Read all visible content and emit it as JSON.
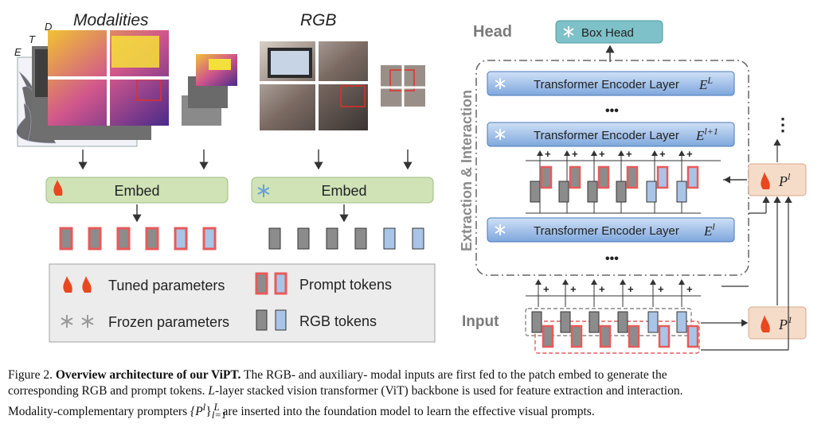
{
  "figure": {
    "left_panel": {
      "modalities_title": "Modalities",
      "rgb_title": "RGB",
      "stack_letters": [
        "E",
        "T",
        "D"
      ],
      "embed_left": "Embed",
      "embed_right": "Embed"
    },
    "legend": {
      "tuned": "Tuned parameters",
      "frozen": "Frozen parameters",
      "prompt": "Prompt tokens",
      "rgb": "RGB tokens"
    },
    "right_panel": {
      "head_label": "Head",
      "box_head": "Box Head",
      "side_label": "Extraction & Interaction",
      "input_label": "Input",
      "layer_label": "Transformer Encoder Layer",
      "layer_symbols": [
        "E^L",
        "E^{l+1}",
        "E^l"
      ],
      "ellipsis": "•••",
      "vellipsis": "⋮",
      "plus": "+",
      "prompter_l": "P^l",
      "prompter_1": "P^1"
    },
    "colors": {
      "prompt_red": "#e85a5a",
      "token_gray": "#8c8c8c",
      "token_blue": "#a9c4e6",
      "embed_green": "#cfe3b6",
      "encoder_blue": "#5b8fd6",
      "prompter_bg": "#f5dcc9",
      "boxhead_teal": "#7fc1c8",
      "legend_bg": "#ececec"
    }
  },
  "caption": {
    "fig_label": "Figure 2.",
    "bold_title": "Overview architecture of our ViPT.",
    "line1": "The RGB- and auxiliary- modal inputs are first fed to the patch embed to generate the",
    "line2a": "corresponding RGB and prompt tokens.",
    "line2_var": "L",
    "line2b": "-layer stacked vision transformer (ViT) backbone is used for feature extraction and interaction.",
    "line3a": "Modality-complementary prompters",
    "line3_math": "{P",
    "line3_sup": "l",
    "line3_close": "}",
    "line3_sub": "l=1",
    "line3_supL": "L",
    "line3b": "are inserted into the foundation model to learn the effective visual prompts."
  }
}
